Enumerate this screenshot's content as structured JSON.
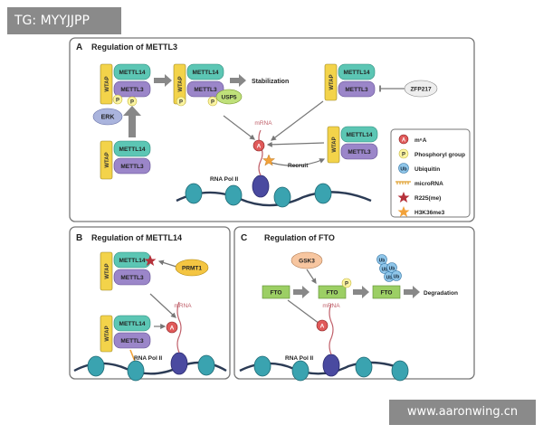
{
  "watermarks": {
    "top_left": "TG: MYYJJPP",
    "bottom_right": "www.aaronwing.cn"
  },
  "colors": {
    "wtap": "#f3d34a",
    "mettl14": "#5cc6b4",
    "mettl3": "#9b86c9",
    "phospho": "#fbf4a0",
    "fto": "#9ccf64",
    "erk": "#aab4dd",
    "usp5": "#bfe07a",
    "gsk3": "#f7c6a0",
    "prmt1": "#f4c542",
    "zfp217": "#eeeeee",
    "ub": "#8fc6ea",
    "m6a": "#e05a5a",
    "nucleosome": "#3aa3b0",
    "polii": "#4a4aa0",
    "arrow": "#777777",
    "mrna": "#c0606a",
    "star_red": "#b5313a",
    "star_orange": "#f2a23a"
  },
  "labels": {
    "wtap": "WTAP",
    "mettl14": "METTL14",
    "mettl3": "METTL3",
    "p": "P",
    "mrna": "mRNA",
    "a": "A",
    "ub": "Ub",
    "fto": "FTO",
    "rna_pol_ii": "RNA Pol II"
  },
  "panel_a": {
    "title_letter": "A",
    "title": "Regulation of METTL3",
    "erk": "ERK",
    "usp5": "USP5",
    "stabilization": "Stabilization",
    "zfp217": "ZFP217",
    "recruit": "Recruit"
  },
  "panel_b": {
    "title_letter": "B",
    "title": "Regulation of METTL14",
    "prmt1": "PRMT1"
  },
  "panel_c": {
    "title_letter": "C",
    "title": "Regulation of FTO",
    "gsk3": "GSK3",
    "degradation": "Degradation"
  },
  "legend": {
    "items": [
      {
        "icon": "m6a-icon",
        "label": "m⁶A"
      },
      {
        "icon": "phosphoryl-icon",
        "label": "Phosphoryl group"
      },
      {
        "icon": "ubiquitin-icon",
        "label": "Ubiquitin"
      },
      {
        "icon": "microrna-icon",
        "label": "microRNA"
      },
      {
        "icon": "red-star-icon",
        "label": "R225(me)"
      },
      {
        "icon": "orange-star-icon",
        "label": "H3K36me3"
      }
    ]
  }
}
